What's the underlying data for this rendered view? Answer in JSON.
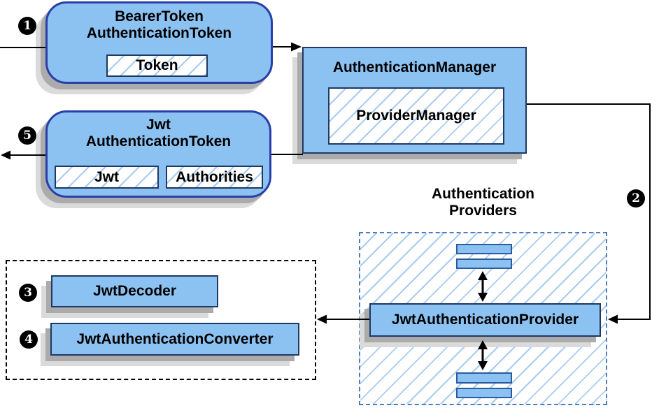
{
  "nodes": {
    "bearer_token": {
      "line1": "BearerToken",
      "line2": "AuthenticationToken",
      "inner_token": "Token"
    },
    "authentication_manager": {
      "title": "AuthenticationManager",
      "inner": "ProviderManager"
    },
    "jwt_authentication_token": {
      "line1": "Jwt",
      "line2": "AuthenticationToken",
      "inner_jwt": "Jwt",
      "inner_authorities": "Authorities"
    },
    "providers_group": {
      "label_line1": "Authentication",
      "label_line2": "Providers"
    },
    "jwt_authentication_provider": {
      "label": "JwtAuthenticationProvider"
    },
    "jwt_decoder": {
      "label": "JwtDecoder"
    },
    "jwt_authentication_converter": {
      "label": "JwtAuthenticationConverter"
    }
  },
  "steps": [
    "1",
    "2",
    "3",
    "4",
    "5"
  ],
  "colors": {
    "box_fill": "#8CC2F2",
    "rect_border": "#1F3864",
    "rounded_border": "#2A3EA8",
    "bar_border": "#2B5AA0",
    "hatch_line": "#A8CCF0",
    "group_dashed_blue": "#4D7CB8",
    "group_dashed_black": "#000000",
    "shadow_dark": "#ABABAB",
    "shadow_light": "#DADADA",
    "connector": "#000000",
    "step_circle_bg": "#000000",
    "step_circle_text": "#FFFFFF"
  }
}
